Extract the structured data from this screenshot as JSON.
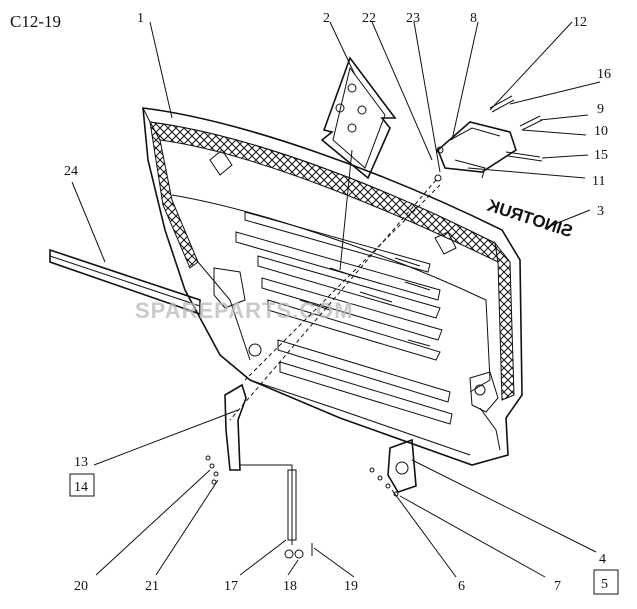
{
  "diagram_code": "C12-19",
  "brand_text": "SINOTRUK",
  "watermark": "SPAREPARTS.COM",
  "callouts": [
    {
      "id": "c1",
      "text": "1"
    },
    {
      "id": "c2",
      "text": "2"
    },
    {
      "id": "c22",
      "text": "22"
    },
    {
      "id": "c23",
      "text": "23"
    },
    {
      "id": "c8",
      "text": "8"
    },
    {
      "id": "c12",
      "text": "12"
    },
    {
      "id": "c16",
      "text": "16"
    },
    {
      "id": "c9",
      "text": "9"
    },
    {
      "id": "c10",
      "text": "10"
    },
    {
      "id": "c15",
      "text": "15"
    },
    {
      "id": "c11",
      "text": "11"
    },
    {
      "id": "c3",
      "text": "3"
    },
    {
      "id": "c24",
      "text": "24"
    },
    {
      "id": "c13",
      "text": "13"
    },
    {
      "id": "c14",
      "text": "14",
      "boxed": true
    },
    {
      "id": "c20",
      "text": "20"
    },
    {
      "id": "c21",
      "text": "21"
    },
    {
      "id": "c17",
      "text": "17"
    },
    {
      "id": "c18",
      "text": "18"
    },
    {
      "id": "c19",
      "text": "19"
    },
    {
      "id": "c6",
      "text": "6"
    },
    {
      "id": "c7",
      "text": "7"
    },
    {
      "id": "c4",
      "text": "4"
    },
    {
      "id": "c5",
      "text": "5",
      "boxed": true
    }
  ]
}
